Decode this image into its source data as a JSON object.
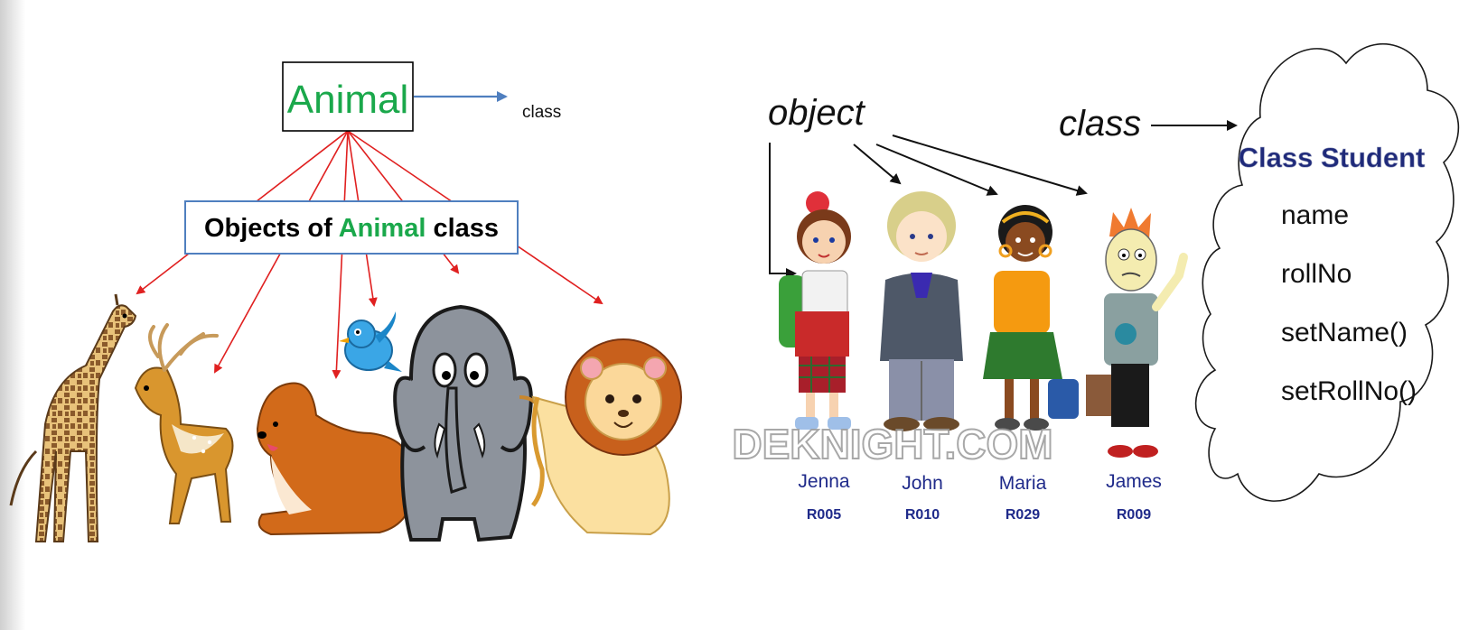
{
  "left_panel": {
    "class_box": {
      "label": "Animal",
      "color": "#1aa84b",
      "border_color": "#000000"
    },
    "class_pointer_label": "class",
    "class_arrow_color": "#4f7fbf",
    "objects_banner": {
      "prefix": "Objects of ",
      "highlight": "Animal",
      "suffix": " class",
      "border_color": "#4f7fbf"
    },
    "object_arrow_color": "#e02020",
    "animals": [
      {
        "name": "giraffe",
        "icon": "giraffe-icon"
      },
      {
        "name": "deer",
        "icon": "deer-icon"
      },
      {
        "name": "dog",
        "icon": "dog-icon"
      },
      {
        "name": "bird",
        "icon": "bird-icon"
      },
      {
        "name": "elephant",
        "icon": "elephant-icon"
      },
      {
        "name": "lion",
        "icon": "lion-icon"
      }
    ]
  },
  "right_panel": {
    "object_label": "object",
    "class_label": "class",
    "students": [
      {
        "name": "Jenna",
        "roll": "R005"
      },
      {
        "name": "John",
        "roll": "R010"
      },
      {
        "name": "Maria",
        "roll": "R029"
      },
      {
        "name": "James",
        "roll": "R009"
      }
    ],
    "label_color": "#1f2a8a",
    "watermark": "DEKNIGHT.COM",
    "cloud": {
      "title": "Class Student",
      "title_color": "#1f2a7a",
      "members": [
        "name",
        "rollNo",
        "setName()",
        "setRollNo()"
      ]
    }
  }
}
